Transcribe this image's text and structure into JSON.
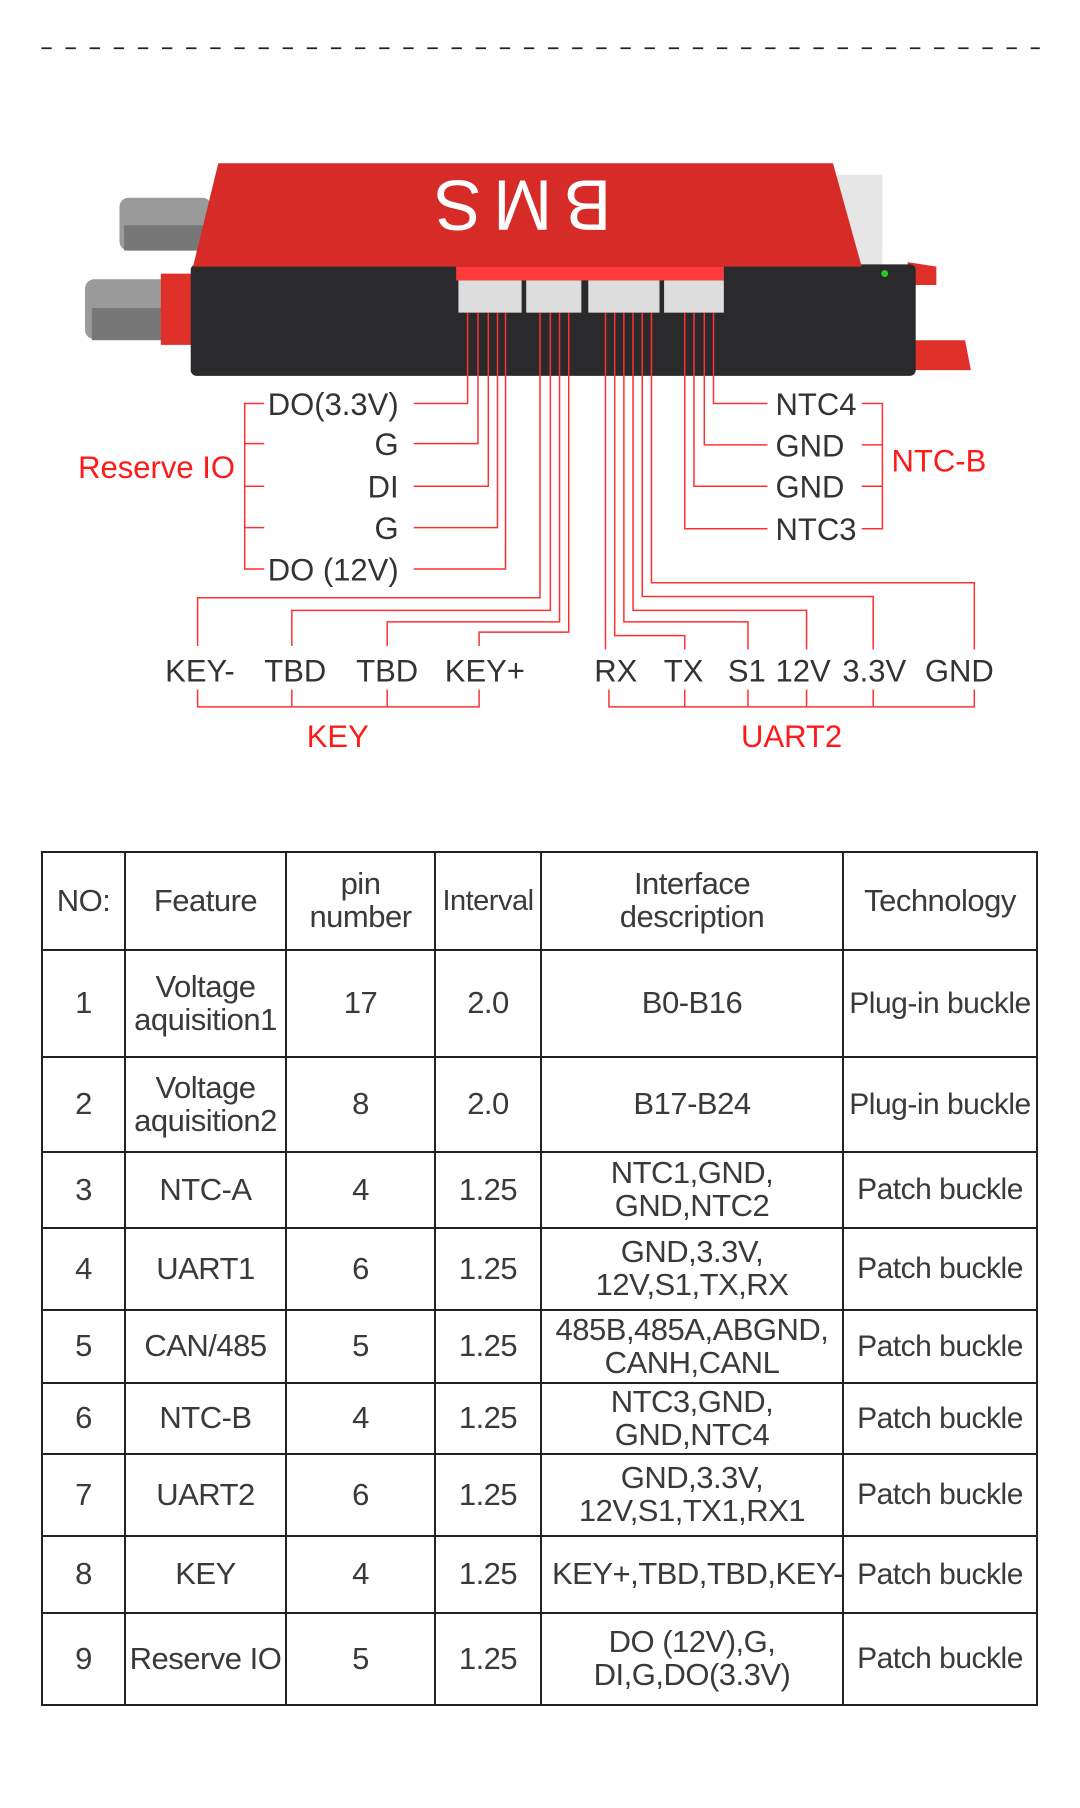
{
  "diagram": {
    "board_label": "BMS",
    "reserve_io": {
      "group": "Reserve IO",
      "pins": [
        "DO(3.3V)",
        "G",
        "DI",
        "G",
        "DO (12V)"
      ]
    },
    "ntc_b": {
      "group": "NTC-B",
      "pins": [
        "NTC4",
        "GND",
        "GND",
        "NTC3"
      ]
    },
    "key": {
      "group": "KEY",
      "pins": [
        "KEY-",
        "TBD",
        "TBD",
        "KEY+"
      ]
    },
    "uart2": {
      "group": "UART2",
      "pins": [
        "RX",
        "TX",
        "S1",
        "12V",
        "3.3V",
        "GND"
      ]
    },
    "colors": {
      "accent": "#ff1a1a",
      "board_top": "#d62b27",
      "board_body": "#2a2a2c"
    }
  },
  "table": {
    "headers": [
      "NO:",
      "Feature",
      "pin number",
      "Interval",
      "Interface description",
      "Technology"
    ],
    "rows": [
      [
        "1",
        "Voltage aquisition1",
        "17",
        "2.0",
        "B0-B16",
        "Plug-in buckle"
      ],
      [
        "2",
        "Voltage aquisition2",
        "8",
        "2.0",
        "B17-B24",
        "Plug-in buckle"
      ],
      [
        "3",
        "NTC-A",
        "4",
        "1.25",
        "NTC1,GND, GND,NTC2",
        "Patch buckle"
      ],
      [
        "4",
        "UART1",
        "6",
        "1.25",
        "GND,3.3V, 12V,S1,TX,RX",
        "Patch buckle"
      ],
      [
        "5",
        "CAN/485",
        "5",
        "1.25",
        "485B,485A,ABGND, CANH,CANL",
        "Patch buckle"
      ],
      [
        "6",
        "NTC-B",
        "4",
        "1.25",
        "NTC3,GND, GND,NTC4",
        "Patch buckle"
      ],
      [
        "7",
        "UART2",
        "6",
        "1.25",
        "GND,3.3V, 12V,S1,TX1,RX1",
        "Patch buckle"
      ],
      [
        "8",
        "KEY",
        "4",
        "1.25",
        "KEY+,TBD,TBD,KEY-",
        "Patch buckle"
      ],
      [
        "9",
        "Reserve IO",
        "5",
        "1.25",
        "DO (12V),G, DI,G,DO(3.3V)",
        "Patch buckle"
      ]
    ]
  }
}
